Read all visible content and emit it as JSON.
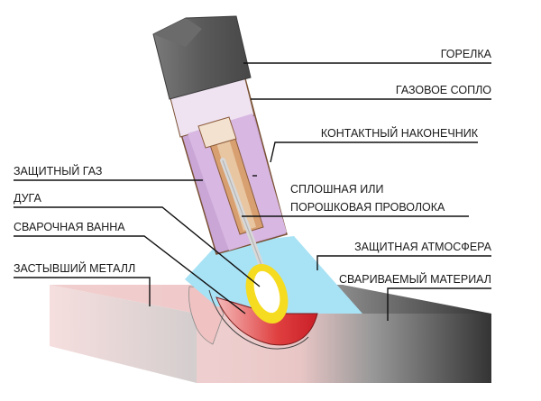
{
  "labels": {
    "torch": "ГОРЕЛКА",
    "gas_nozzle": "ГАЗОВОЕ СОПЛО",
    "contact_tip": "КОНТАКТНЫЙ НАКОНЕЧНИК",
    "shielding_gas": "ЗАЩИТНЫЙ ГАЗ",
    "wire_line1": "СПЛОШНАЯ ИЛИ",
    "wire_line2": "ПОРОШКОВАЯ ПРОВОЛОКА",
    "arc": "ДУГА",
    "weld_pool": "СВАРОЧНАЯ ВАННА",
    "shielding_atmosphere": "ЗАЩИТНАЯ АТМОСФЕРА",
    "solidified_metal": "ЗАСТЫВШИЙ МЕТАЛЛ",
    "base_material": "СВАРИВАЕМЫЙ МАТЕРИАЛ"
  },
  "colors": {
    "torch_body": "#5b5b5b",
    "nozzle": "#e8d3eb",
    "nozzle_inner": "#c9a6d6",
    "nozzle_outline": "#8a5a3a",
    "contact_tip": "#d8a070",
    "atmosphere": "#a8e2f5",
    "arc_outer": "#f7e23a",
    "arc_inner": "#ffffff",
    "pool_red": "#d7262f",
    "solid_metal": "#f2c6c6",
    "base_left": "#f0c8c8",
    "base_right": "#3a3a3a"
  }
}
